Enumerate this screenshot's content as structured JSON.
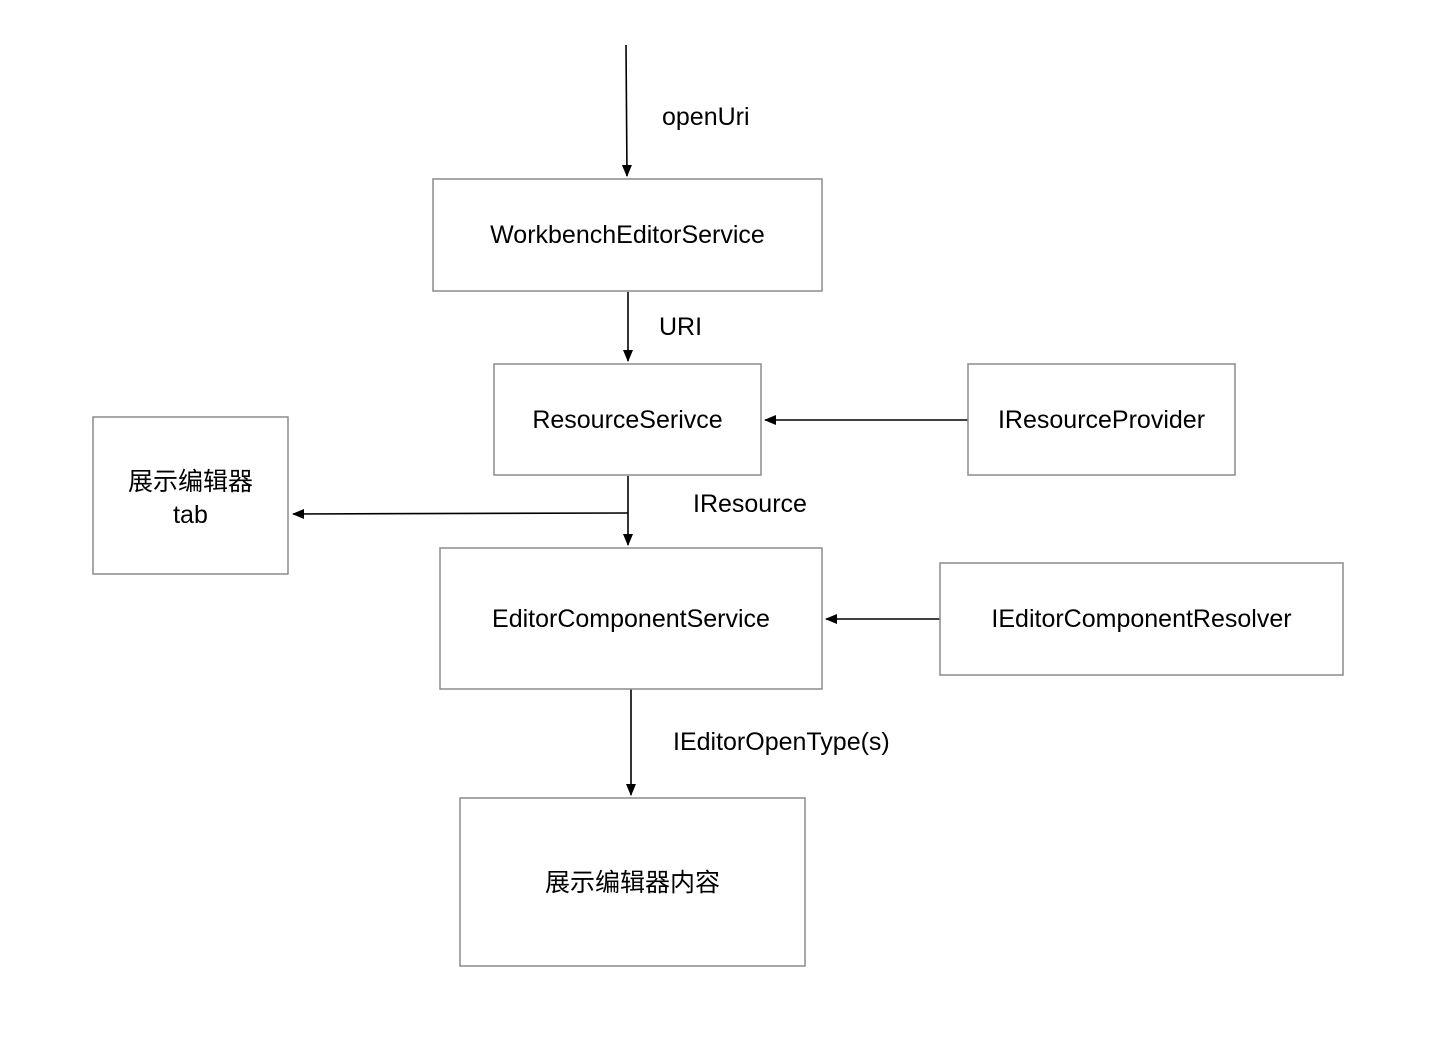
{
  "diagram": {
    "nodes": {
      "workbench": "WorkbenchEditorService",
      "resource_service": "ResourceSerivce",
      "resource_provider": "IResourceProvider",
      "tab": [
        "展示编辑器",
        "tab"
      ],
      "editor_component_service": "EditorComponentService",
      "component_resolver": "IEditorComponentResolver",
      "content": "展示编辑器内容"
    },
    "edges": {
      "entry": "openUri",
      "workbench_to_resource": "URI",
      "resource_out": "IResource",
      "component_to_content": "IEditorOpenType(s)"
    }
  }
}
